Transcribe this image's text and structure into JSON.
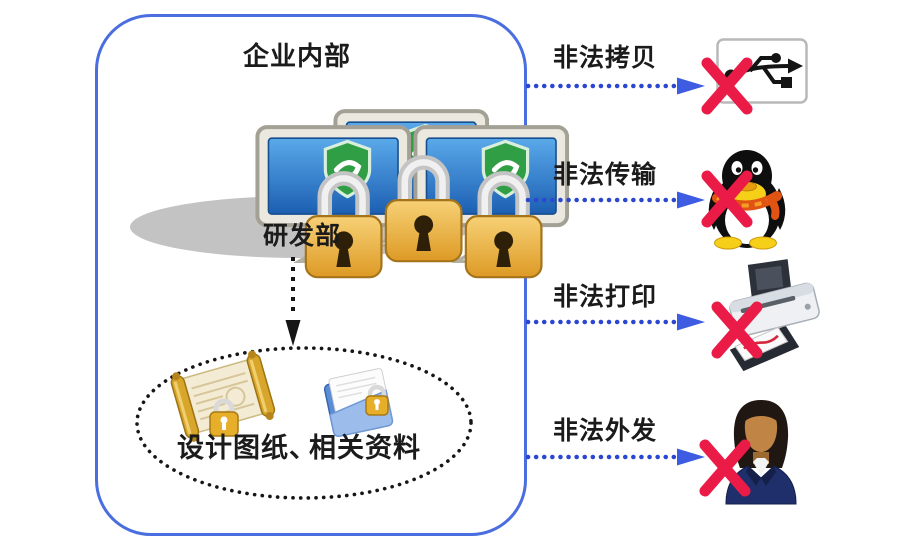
{
  "enterprise": {
    "title": "企业内部",
    "department": "研发部",
    "assets": [
      {
        "label": "设计图纸、",
        "icon": "blueprint-scroll-lock-icon"
      },
      {
        "label": "相关资料",
        "icon": "locked-document-icon"
      }
    ],
    "protection_icons": [
      "monitor-shield-icon",
      "gold-padlock-icon"
    ]
  },
  "threats": [
    {
      "label": "非法拷贝",
      "icon": "usb-drive-icon"
    },
    {
      "label": "非法传输",
      "icon": "qq-penguin-icon"
    },
    {
      "label": "非法打印",
      "icon": "printer-icon"
    },
    {
      "label": "非法外发",
      "icon": "outsider-person-icon"
    }
  ],
  "colors": {
    "box_border": "#4a6ee0",
    "arrow_blue": "#2b47d0",
    "arrowhead_blue": "#3d5ce2",
    "cross_red": "#ea1b46",
    "platform_gray": "#c3c3c3",
    "screen_blue": "#2a6fc0",
    "shield_green": "#2f9e44",
    "lock_gold": "#e7ae2a",
    "text": "#1b1b1b"
  }
}
